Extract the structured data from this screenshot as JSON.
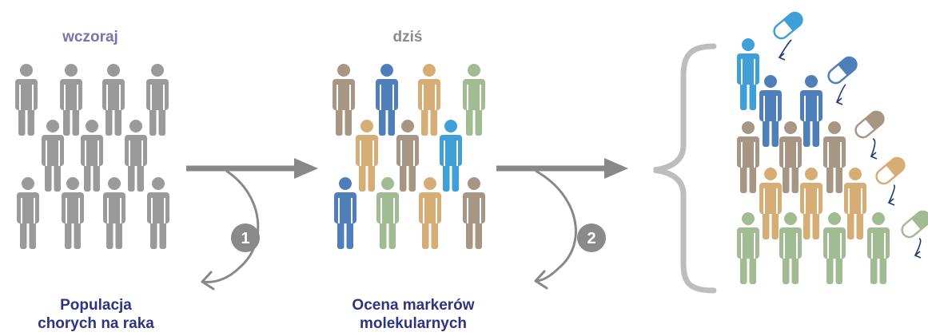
{
  "labels": {
    "yesterday": "wczoraj",
    "today": "dziś"
  },
  "captions": {
    "population_line1": "Populacja",
    "population_line2": "chorych na raka",
    "markers_line1": "Ocena markerów",
    "markers_line2": "molekularnych"
  },
  "steps": [
    "1",
    "2"
  ],
  "colors": {
    "yesterday_label": "#7a72ab",
    "today_label": "#8b8b8b",
    "caption": "#2d3580",
    "grey": "#9a9a9a",
    "brown": "#a89684",
    "blue": "#4f7fba",
    "gold": "#d7ad76",
    "green": "#a1bc93",
    "light_blue": "#3ea0d6",
    "arrow": "#888888",
    "brace": "#bdbdbd",
    "curve": "#1f3b6e"
  },
  "groups": {
    "yesterday": [
      "grey",
      "grey",
      "grey",
      "grey",
      "grey",
      "grey",
      "grey",
      "grey",
      "grey",
      "grey",
      "grey",
      "grey"
    ],
    "today": [
      "brown",
      "blue",
      "gold",
      "green",
      "gold",
      "brown",
      "light_blue",
      "blue",
      "green",
      "gold",
      "brown"
    ],
    "tiers": [
      [
        "light_blue",
        "blue",
        "blue"
      ],
      [
        "brown",
        "brown",
        "brown"
      ],
      [
        "gold",
        "gold",
        "gold"
      ],
      [
        "green",
        "green",
        "green",
        "green"
      ]
    ],
    "pills": [
      "light_blue",
      "blue",
      "brown",
      "gold",
      "green"
    ]
  }
}
